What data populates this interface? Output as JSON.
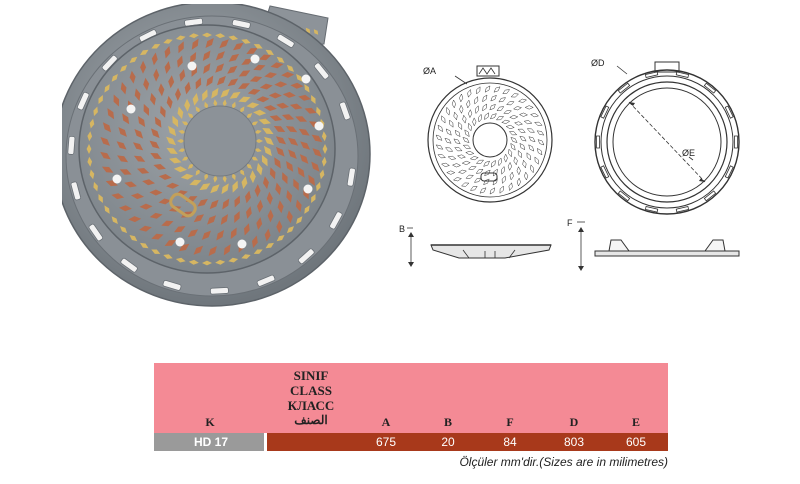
{
  "drawing_labels": {
    "a": "ØA",
    "b": "B",
    "d": "ØD",
    "e": "ØE",
    "f": "F"
  },
  "table": {
    "header_k": "K",
    "class_labels": [
      "SINIF",
      "CLASS",
      "КЛАСС",
      "الصنف"
    ],
    "col_a": "A",
    "col_b": "B",
    "col_f": "F",
    "col_d": "D",
    "col_e": "E",
    "row": {
      "model": "HD 17",
      "a": "675",
      "b": "20",
      "f": "84",
      "d": "803",
      "e": "605"
    },
    "note": "Ölçüler mm'dir.(Sizes are in milimetres)"
  },
  "colors": {
    "header_bg": "#f48a95",
    "data_bg": "#a8391b",
    "model_bg": "#9a9a9a",
    "cast_iron": "#8a9096",
    "terracotta_pattern": "#b86c4c",
    "ochre_pattern": "#d6b662"
  }
}
